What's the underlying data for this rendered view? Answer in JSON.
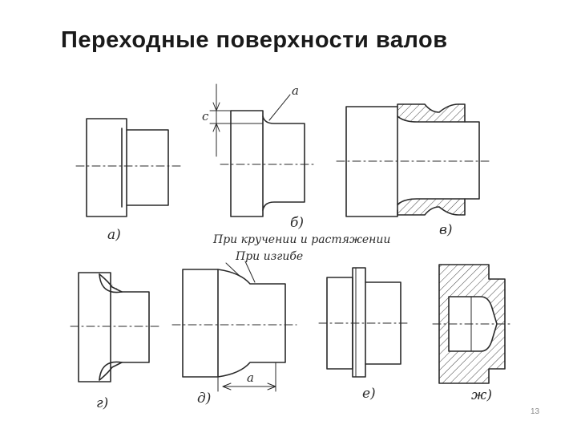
{
  "slide": {
    "title": "Переходные поверхности валов",
    "page_number": "13"
  },
  "labels": {
    "a": "а)",
    "b": "б)",
    "v": "в)",
    "g": "г)",
    "d": "д)",
    "e": "е)",
    "zh": "ж)",
    "dim_a_top": "а",
    "dim_c": "с",
    "dim_a_bottom": "а",
    "note_torsion": "При кручении и растяжении",
    "note_bending": "При изгибе"
  },
  "colors": {
    "ink": "#2a2a2a",
    "title": "#1a1a1a",
    "page_number": "#8a8a8a"
  }
}
